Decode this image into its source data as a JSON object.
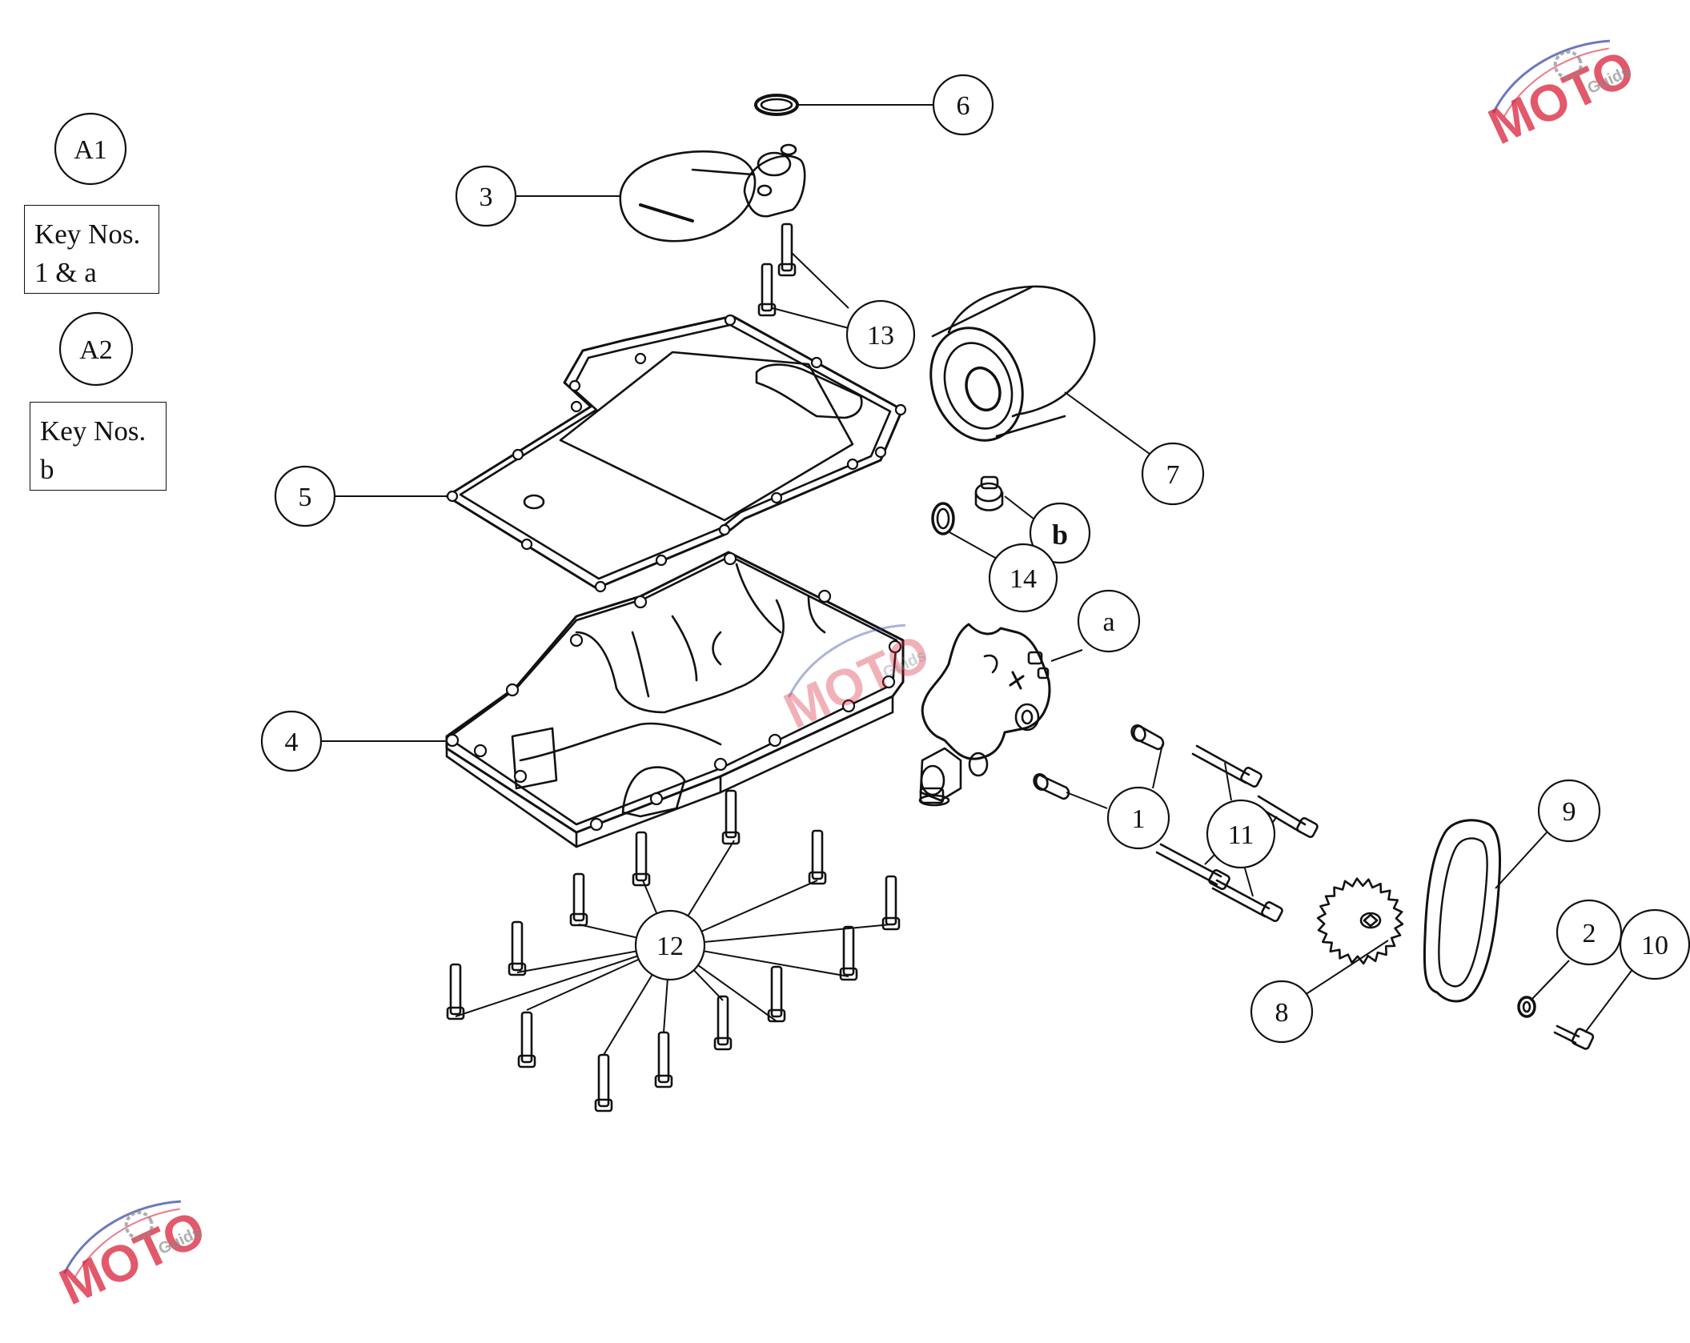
{
  "legend": {
    "a1_label": "A1",
    "a1_text_line1": "Key Nos.",
    "a1_text_line2": "1 & a",
    "a2_label": "A2",
    "a2_text_line1": "Key Nos.",
    "a2_text_line2": "b"
  },
  "callouts": {
    "c1": "1",
    "c2": "2",
    "c3": "3",
    "c4": "4",
    "c5": "5",
    "c6": "6",
    "c7": "7",
    "c8": "8",
    "c9": "9",
    "c10": "10",
    "c11": "11",
    "c12": "12",
    "c13": "13",
    "c14": "14",
    "ca": "a",
    "cb": "b"
  },
  "watermark": {
    "brand": "MOTO",
    "tagline": "Guids",
    "colors": {
      "red": "#d9223a",
      "blue": "#2f3fa6",
      "gray": "#8c8c8c"
    }
  },
  "line_color": "#111111"
}
